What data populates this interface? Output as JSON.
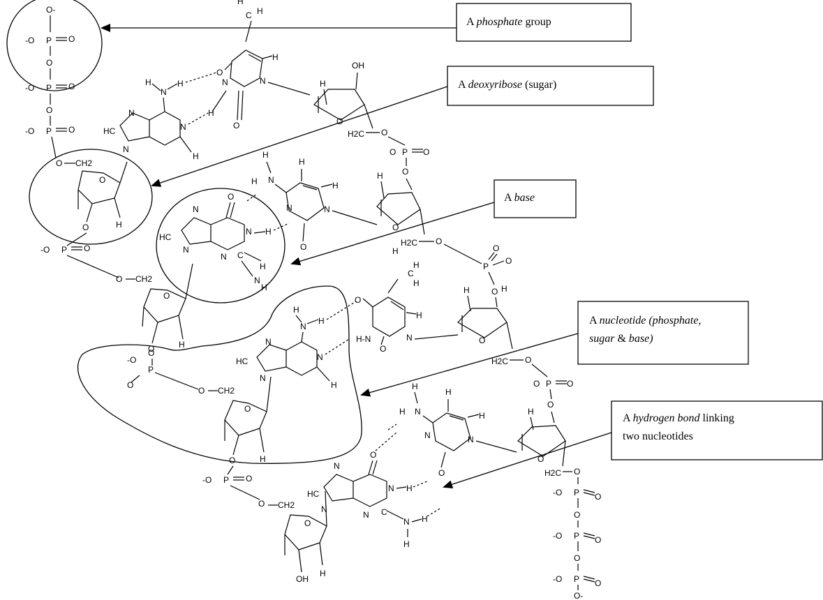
{
  "labels": {
    "phosphate": {
      "prefix": "A ",
      "term": "phosphate",
      "suffix": " group"
    },
    "deoxyribose": {
      "prefix": "A ",
      "term": "deoxyribose",
      "suffix": " (sugar)"
    },
    "base": {
      "prefix": "A ",
      "term": "base"
    },
    "nucleotide": {
      "prefix": "A ",
      "term": "nucleotide (phosphate,",
      "line2": "sugar",
      "amp": " & ",
      "line2_end": "base)"
    },
    "hbond": {
      "prefix": "A ",
      "term": "hydrogen bond",
      "suffix": " linking",
      "line2": "two nucleotides"
    }
  },
  "atoms": {
    "O": "O",
    "Om": "-O",
    "Oneg": "O-",
    "P": "P",
    "H": "H",
    "N": "N",
    "HC": "HC",
    "OH": "OH",
    "NH": "N-H",
    "HN": "H-N",
    "CH2": "CH2",
    "H2C": "H2C",
    "C": "C",
    "CH3H": "H"
  }
}
